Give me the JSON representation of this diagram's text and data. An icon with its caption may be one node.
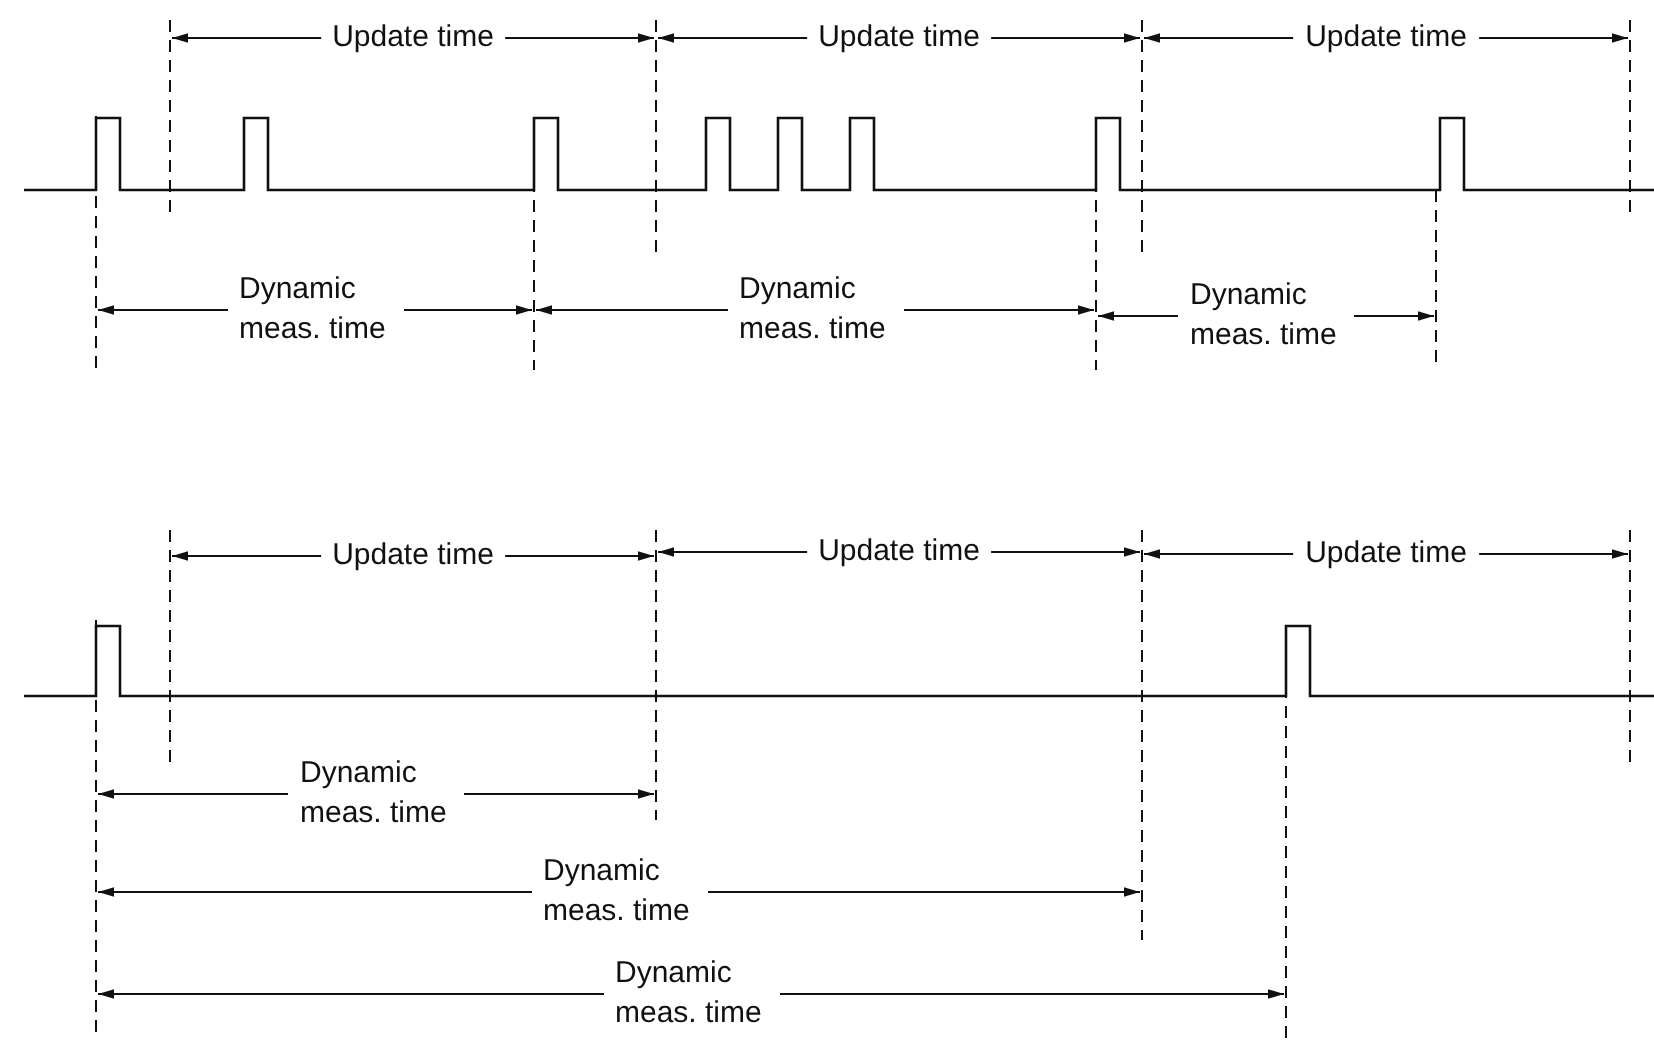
{
  "diagram": {
    "labels": [
      "Update time",
      "Update time",
      "Update time",
      "Dynamic meas. time",
      "Dynamic meas. time",
      "Dynamic meas. time",
      "Update time",
      "Update time",
      "Update time",
      "Dynamic meas. time",
      "Dynamic meas. time",
      "Dynamic meas. time"
    ]
  }
}
